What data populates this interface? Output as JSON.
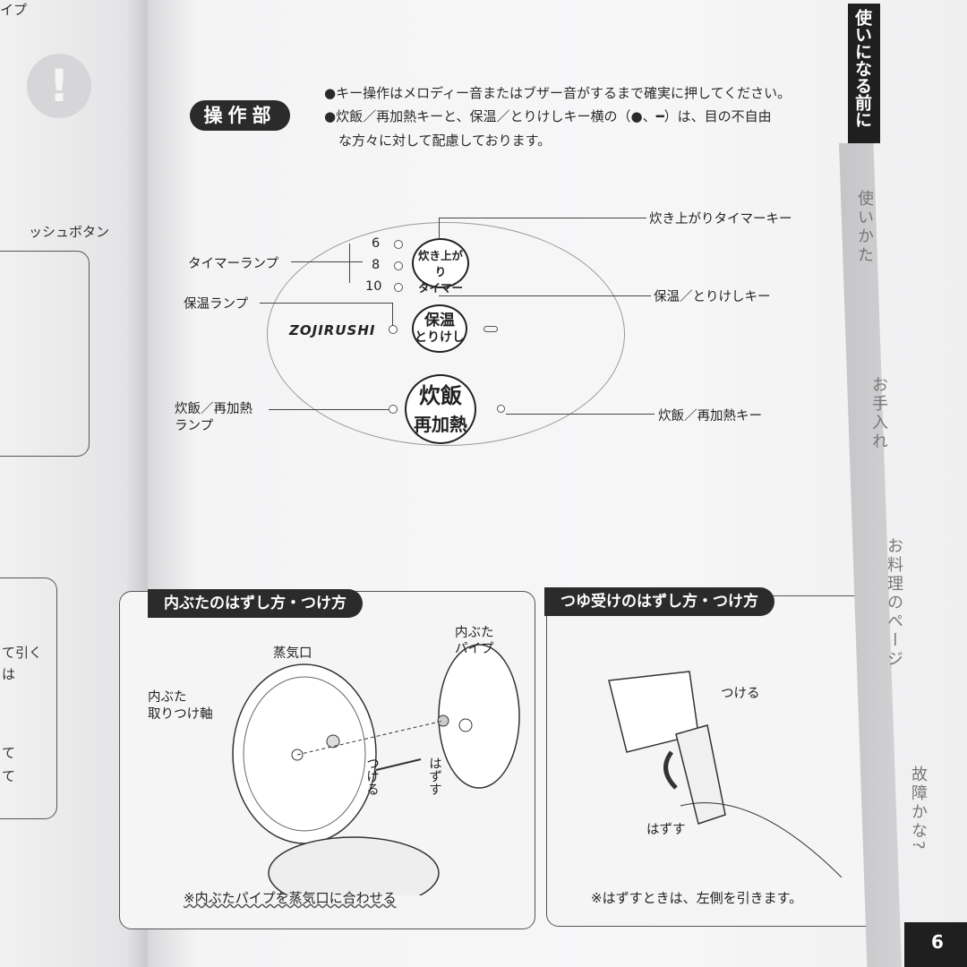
{
  "left_page": {
    "fragments": [
      "イプ",
      "ッシュボタン",
      "て引く",
      "は",
      "て",
      "て"
    ]
  },
  "section": {
    "tag": "操作部"
  },
  "notes": [
    "●キー操作はメロディー音またはブザー音がするまで確実に押してください。",
    "●炊飯／再加熱キーと、保温／とりけしキー横の（●、━）は、目の不自由",
    "な方々に対して配慮しております。"
  ],
  "panel": {
    "brand": "ZOJIRUSHI",
    "timer_hours": [
      "6",
      "8",
      "10"
    ],
    "timer_key": [
      "炊き上がり",
      "タイマー"
    ],
    "keep_warm_key": [
      "保温",
      "とりけし"
    ],
    "cook_key": [
      "炊飯",
      "再加熱"
    ],
    "labels": {
      "timer_key": "炊き上がりタイマーキー",
      "timer_lamp": "タイマーランプ",
      "keep_warm_lamp": "保温ランプ",
      "keep_warm_key": "保温／とりけしキー",
      "cook_lamp": [
        "炊飯／再加熱",
        "ランプ"
      ],
      "cook_key": "炊飯／再加熱キー"
    }
  },
  "inner_lid_box": {
    "title": "内ぶたのはずし方・つけ方",
    "steam_port": "蒸気口",
    "lid_pipe": [
      "内ぶた",
      "パイプ"
    ],
    "lid_shaft": [
      "内ぶた",
      "取りつけ軸"
    ],
    "attach": "つける",
    "remove": "はずす",
    "note": "※内ぶたパイプを蒸気口に合わせる"
  },
  "dew_box": {
    "title": "つゆ受けのはずし方・つけ方",
    "attach": "つける",
    "remove": "はずす",
    "note": "※はずすときは、左側を引きます。"
  },
  "side_tabs": {
    "active": "使いになる前に",
    "items": [
      "使いかた",
      "お手入れ",
      "お料理のページ",
      "故障かな?"
    ]
  },
  "page_number": "6"
}
